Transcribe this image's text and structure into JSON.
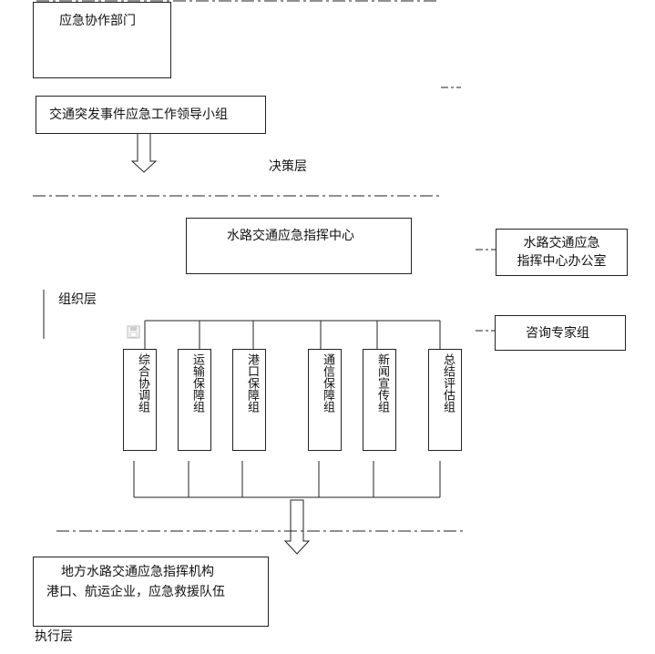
{
  "boxes": {
    "coop_dept": "应急协作部门",
    "leading_group": "交通突发事件应急工作领导小组",
    "command_center": "水路交通应急指挥中心",
    "command_office_line1": "水路交通应急",
    "command_office_line2": "指挥中心办公室",
    "expert_group": "咨询专家组",
    "local_line1": "地方水路交通应急指挥机构",
    "local_line2": "港口、航运企业，应急救援队伍"
  },
  "layers": {
    "decision": "决策层",
    "organization": "组织层",
    "execution": "执行层"
  },
  "subgroups": [
    "综合协调组",
    "运输保障组",
    "港口保障组",
    "通信保障组",
    "新闻宣传组",
    "总结评估组"
  ],
  "colors": {
    "line": "#222222",
    "icon_gray": "#bbbbbb"
  },
  "icons": [
    "save-icon",
    "down-arrow-icon"
  ]
}
